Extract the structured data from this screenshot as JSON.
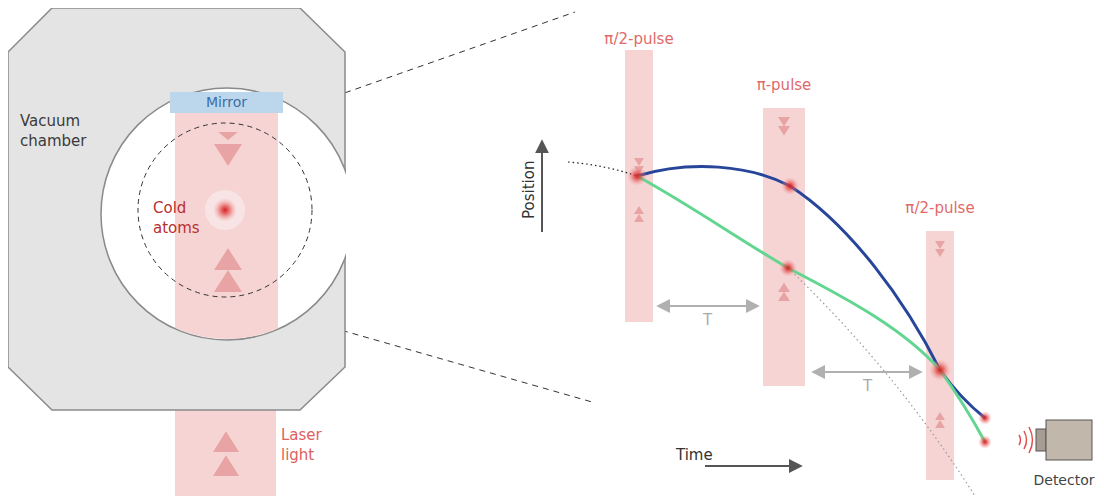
{
  "diagram": {
    "nodes": [
      {
        "text": [
          "Vacuum chamber"
        ]
      },
      {
        "text": [
          "Mirror"
        ],
        "in": 0
      },
      {
        "text": [
          "Laser light"
        ]
      },
      {
        "text": [
          "π/2-pulse"
        ]
      },
      {
        "text": [
          "π-pulse"
        ]
      },
      {
        "text": [
          "π/2-pulse"
        ]
      },
      {
        "text": [
          "Detector"
        ]
      }
    ],
    "labels": [
      "Cold atoms",
      "Position",
      "T",
      "T",
      "Time"
    ]
  }
}
